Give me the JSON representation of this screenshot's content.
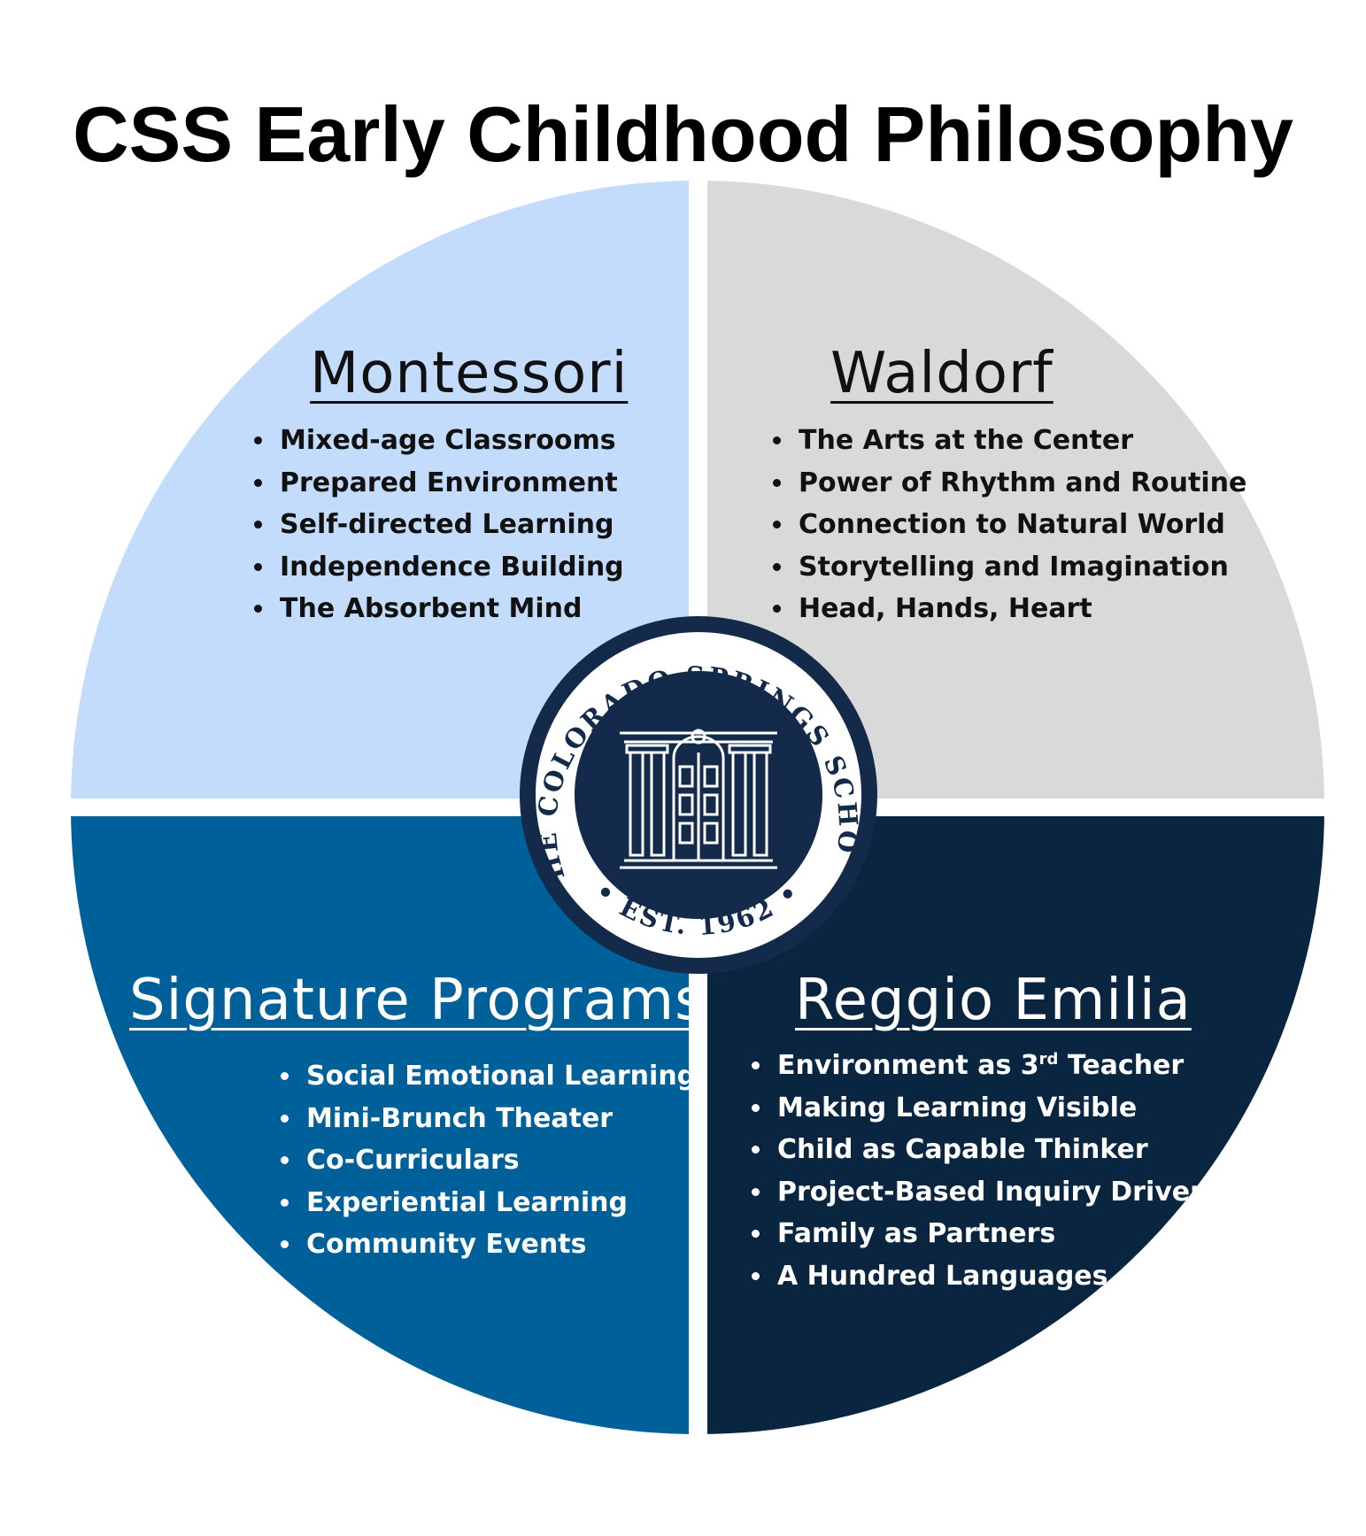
{
  "title": "CSS Early Childhood Philosophy",
  "colors": {
    "montessori": "#c4dcfc",
    "waldorf": "#d9d9d9",
    "signature": "#00609a",
    "reggio": "#0a2540",
    "seal_navy": "#132a4a"
  },
  "quadrants": {
    "montessori": {
      "heading": "Montessori",
      "items": [
        "Mixed-age Classrooms",
        "Prepared Environment",
        "Self-directed Learning",
        "Independence Building",
        "The Absorbent Mind"
      ]
    },
    "waldorf": {
      "heading": "Waldorf",
      "items": [
        "The Arts at the Center",
        "Power of Rhythm and Routine",
        "Connection to Natural World",
        "Storytelling and Imagination",
        "Head, Hands, Heart"
      ]
    },
    "signature": {
      "heading": "Signature Programs",
      "items": [
        "Social Emotional Learning",
        "Mini-Brunch Theater",
        "Co-Curriculars",
        "Experiential Learning",
        "Community Events"
      ]
    },
    "reggio": {
      "heading": "Reggio Emilia",
      "item0_pre": "Environment as 3",
      "item0_sup": "rd",
      "item0_post": " Teacher",
      "items": [
        "Making Learning Visible",
        "Child as Capable Thinker",
        "Project-Based Inquiry Driven",
        "Family as Partners",
        "A Hundred Languages"
      ]
    }
  },
  "seal": {
    "arc_text": "THE COLORADO SPRINGS SCHOOL",
    "est_text": "• EST. 1962 •"
  }
}
